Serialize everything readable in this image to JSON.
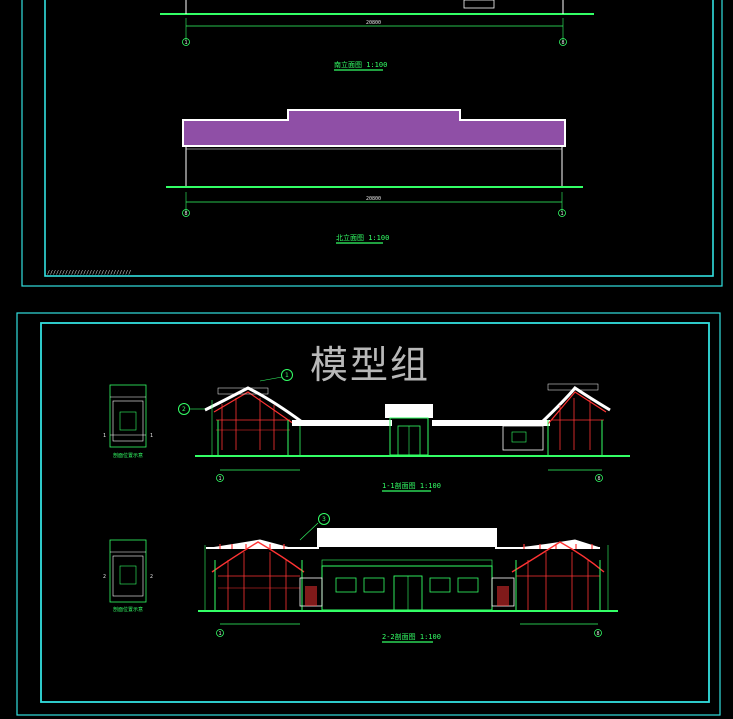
{
  "watermark": "模型组",
  "sheet_top": {
    "elevation_a_caption": "南立面图 1:100",
    "elevation_b_caption": "北立面图 1:100",
    "dimension_a": "20800",
    "dimension_b": "20800",
    "axis_a_left": "1",
    "axis_a_right": "8",
    "axis_b_left": "8",
    "axis_b_right": "1",
    "border_strip": "////////////////////////////"
  },
  "sheet_bottom": {
    "section_1_caption": "1-1剖面图 1:100",
    "section_2_caption": "2-2剖面图 1:100",
    "plan_1_caption": "剖面位置示意",
    "plan_2_caption": "剖面位置示意",
    "axis_s1_left": "1",
    "axis_s1_right": "8",
    "axis_s2_left": "1",
    "axis_s2_right": "8",
    "callout_1": "1",
    "callout_2": "2",
    "callout_3": "3",
    "plan_tag_1": "1",
    "plan_tag_2": "2"
  },
  "colors": {
    "background": "#000000",
    "frame": "#33e0e0",
    "line": "#33ff66",
    "roof_fill": "#8f4fa6",
    "wall": "#ffffff",
    "timber": "#ff3333"
  }
}
